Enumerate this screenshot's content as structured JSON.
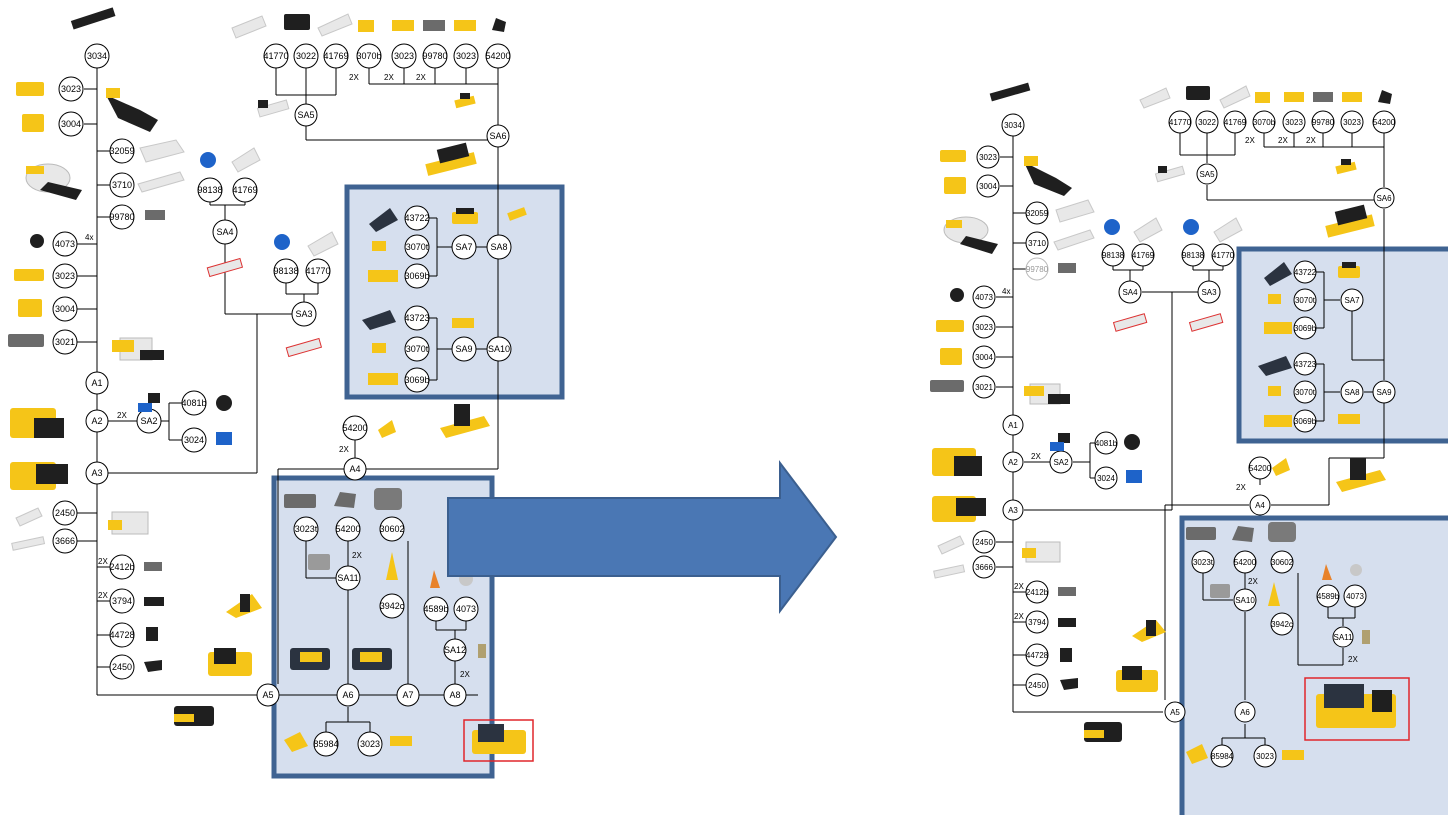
{
  "left": {
    "nodes": [
      {
        "id": "L_3034",
        "label": "3034"
      },
      {
        "id": "L_3023a",
        "label": "3023"
      },
      {
        "id": "L_3004a",
        "label": "3004"
      },
      {
        "id": "L_32059",
        "label": "32059"
      },
      {
        "id": "L_3710",
        "label": "3710"
      },
      {
        "id": "L_99780a",
        "label": "99780"
      },
      {
        "id": "L_4073a",
        "label": "4073"
      },
      {
        "id": "L_3023b",
        "label": "3023"
      },
      {
        "id": "L_3004b",
        "label": "3004"
      },
      {
        "id": "L_3021",
        "label": "3021"
      },
      {
        "id": "L_A1",
        "label": "A1"
      },
      {
        "id": "L_A2",
        "label": "A2"
      },
      {
        "id": "L_A3",
        "label": "A3"
      },
      {
        "id": "L_2450a",
        "label": "2450"
      },
      {
        "id": "L_3666",
        "label": "3666"
      },
      {
        "id": "L_2412b",
        "label": "2412b"
      },
      {
        "id": "L_3794",
        "label": "3794"
      },
      {
        "id": "L_44728",
        "label": "44728"
      },
      {
        "id": "L_2450b",
        "label": "2450"
      },
      {
        "id": "L_A5",
        "label": "A5"
      },
      {
        "id": "L_SA2",
        "label": "SA2"
      },
      {
        "id": "L_4081b",
        "label": "4081b"
      },
      {
        "id": "L_3024",
        "label": "3024"
      },
      {
        "id": "L_98138a",
        "label": "98138"
      },
      {
        "id": "L_41769b",
        "label": "41769"
      },
      {
        "id": "L_SA4",
        "label": "SA4"
      },
      {
        "id": "L_98138b",
        "label": "98138"
      },
      {
        "id": "L_41770b",
        "label": "41770"
      },
      {
        "id": "L_SA3",
        "label": "SA3"
      },
      {
        "id": "L_41770a",
        "label": "41770"
      },
      {
        "id": "L_3022",
        "label": "3022"
      },
      {
        "id": "L_41769a",
        "label": "41769"
      },
      {
        "id": "L_SA5",
        "label": "SA5"
      },
      {
        "id": "L_3070b",
        "label": "3070b"
      },
      {
        "id": "L_3023c",
        "label": "3023"
      },
      {
        "id": "L_99780b",
        "label": "99780"
      },
      {
        "id": "L_3023d",
        "label": "3023"
      },
      {
        "id": "L_54200a",
        "label": "54200"
      },
      {
        "id": "L_SA6",
        "label": "SA6"
      },
      {
        "id": "L_43722",
        "label": "43722"
      },
      {
        "id": "L_3070ta",
        "label": "3070t"
      },
      {
        "id": "L_3069ba",
        "label": "3069b"
      },
      {
        "id": "L_SA7",
        "label": "SA7"
      },
      {
        "id": "L_SA8",
        "label": "SA8"
      },
      {
        "id": "L_43723",
        "label": "43723"
      },
      {
        "id": "L_3070tb",
        "label": "3070t"
      },
      {
        "id": "L_3069bb",
        "label": "3069b"
      },
      {
        "id": "L_SA9",
        "label": "SA9"
      },
      {
        "id": "L_SA10",
        "label": "SA10"
      },
      {
        "id": "L_54200b",
        "label": "54200"
      },
      {
        "id": "L_A4",
        "label": "A4"
      },
      {
        "id": "L_3023t",
        "label": "3023t"
      },
      {
        "id": "L_54200c",
        "label": "54200"
      },
      {
        "id": "L_30602",
        "label": "30602"
      },
      {
        "id": "L_SA11",
        "label": "SA11"
      },
      {
        "id": "L_3942c",
        "label": "3942c"
      },
      {
        "id": "L_4589b",
        "label": "4589b"
      },
      {
        "id": "L_4073b",
        "label": "4073"
      },
      {
        "id": "L_SA12",
        "label": "SA12"
      },
      {
        "id": "L_A6",
        "label": "A6"
      },
      {
        "id": "L_A7",
        "label": "A7"
      },
      {
        "id": "L_A8",
        "label": "A8"
      },
      {
        "id": "L_85984",
        "label": "85984"
      },
      {
        "id": "L_3023e",
        "label": "3023"
      }
    ],
    "multipliers": [
      {
        "id": "lm_4x",
        "label": "4x"
      },
      {
        "id": "lm_2x_sa2",
        "label": "2X"
      },
      {
        "id": "lm_2x_3070b",
        "label": "2X"
      },
      {
        "id": "lm_2x_99780",
        "label": "2X"
      },
      {
        "id": "lm_2x_3023",
        "label": "2X"
      },
      {
        "id": "lm_2x_54200",
        "label": "2X"
      },
      {
        "id": "lm_2x_2412b",
        "label": "2X"
      },
      {
        "id": "lm_2x_3794",
        "label": "2X"
      },
      {
        "id": "lm_2x_sa11",
        "label": "2X"
      },
      {
        "id": "lm_2x_a8",
        "label": "2X"
      }
    ]
  },
  "right": {
    "nodes": [
      {
        "id": "R_3034",
        "label": "3034"
      },
      {
        "id": "R_3023a",
        "label": "3023"
      },
      {
        "id": "R_3004a",
        "label": "3004"
      },
      {
        "id": "R_32059",
        "label": "32059"
      },
      {
        "id": "R_3710",
        "label": "3710"
      },
      {
        "id": "R_99780a",
        "label": "99780"
      },
      {
        "id": "R_4073a",
        "label": "4073"
      },
      {
        "id": "R_3023b",
        "label": "3023"
      },
      {
        "id": "R_3004b",
        "label": "3004"
      },
      {
        "id": "R_3021",
        "label": "3021"
      },
      {
        "id": "R_A1",
        "label": "A1"
      },
      {
        "id": "R_A2",
        "label": "A2"
      },
      {
        "id": "R_A3",
        "label": "A3"
      },
      {
        "id": "R_2450a",
        "label": "2450"
      },
      {
        "id": "R_3666",
        "label": "3666"
      },
      {
        "id": "R_2412b",
        "label": "2412b"
      },
      {
        "id": "R_3794",
        "label": "3794"
      },
      {
        "id": "R_44728",
        "label": "44728"
      },
      {
        "id": "R_2450b",
        "label": "2450"
      },
      {
        "id": "R_A5",
        "label": "A5"
      },
      {
        "id": "R_SA2",
        "label": "SA2"
      },
      {
        "id": "R_4081b",
        "label": "4081b"
      },
      {
        "id": "R_3024",
        "label": "3024"
      },
      {
        "id": "R_98138a",
        "label": "98138"
      },
      {
        "id": "R_41769b",
        "label": "41769"
      },
      {
        "id": "R_SA4",
        "label": "SA4"
      },
      {
        "id": "R_98138b",
        "label": "98138"
      },
      {
        "id": "R_41770b",
        "label": "41770"
      },
      {
        "id": "R_SA3",
        "label": "SA3"
      },
      {
        "id": "R_41770a",
        "label": "41770"
      },
      {
        "id": "R_3022",
        "label": "3022"
      },
      {
        "id": "R_41769a",
        "label": "41769"
      },
      {
        "id": "R_SA5",
        "label": "SA5"
      },
      {
        "id": "R_3070b",
        "label": "3070b"
      },
      {
        "id": "R_3023c",
        "label": "3023"
      },
      {
        "id": "R_99780b",
        "label": "99780"
      },
      {
        "id": "R_3023d",
        "label": "3023"
      },
      {
        "id": "R_54200a",
        "label": "54200"
      },
      {
        "id": "R_SA6",
        "label": "SA6"
      },
      {
        "id": "R_43722",
        "label": "43722"
      },
      {
        "id": "R_3070ta",
        "label": "3070t"
      },
      {
        "id": "R_3069ba",
        "label": "3069b"
      },
      {
        "id": "R_SA7",
        "label": "SA7"
      },
      {
        "id": "R_43723",
        "label": "43723"
      },
      {
        "id": "R_3070tb",
        "label": "3070t"
      },
      {
        "id": "R_3069bb",
        "label": "3069b"
      },
      {
        "id": "R_SA8",
        "label": "SA8"
      },
      {
        "id": "R_SA9",
        "label": "SA9"
      },
      {
        "id": "R_54200b",
        "label": "54200"
      },
      {
        "id": "R_A4",
        "label": "A4"
      },
      {
        "id": "R_3023t",
        "label": "3023t"
      },
      {
        "id": "R_54200c",
        "label": "54200"
      },
      {
        "id": "R_30602",
        "label": "30602"
      },
      {
        "id": "R_SA10",
        "label": "SA10"
      },
      {
        "id": "R_3942c",
        "label": "3942c"
      },
      {
        "id": "R_4589b",
        "label": "4589b"
      },
      {
        "id": "R_4073b",
        "label": "4073"
      },
      {
        "id": "R_SA11",
        "label": "SA11"
      },
      {
        "id": "R_A6",
        "label": "A6"
      },
      {
        "id": "R_85984",
        "label": "85984"
      },
      {
        "id": "R_3023e",
        "label": "3023"
      }
    ],
    "multipliers": [
      {
        "id": "rm_4x",
        "label": "4x"
      },
      {
        "id": "rm_2x_sa2",
        "label": "2X"
      },
      {
        "id": "rm_2x_3070b",
        "label": "2X"
      },
      {
        "id": "rm_2x_99780",
        "label": "2X"
      },
      {
        "id": "rm_2x_3023",
        "label": "2X"
      },
      {
        "id": "rm_2x_54200",
        "label": "2X"
      },
      {
        "id": "rm_2x_2412b",
        "label": "2X"
      },
      {
        "id": "rm_2x_3794",
        "label": "2X"
      },
      {
        "id": "rm_2x_sa10",
        "label": "2X"
      },
      {
        "id": "rm_2x_sa11",
        "label": "2X"
      }
    ]
  },
  "colors": {
    "highlight_fill": "#d6dfee",
    "highlight_border": "#3f6392",
    "arrow": "#4a77b4",
    "arrow_border": "#3b5f8f",
    "selection_box": "#e0262b",
    "lego_yellow": "#f5c518",
    "lego_black": "#1f1f1f",
    "lego_blue": "#1e63c9",
    "lego_grey": "#6b6b6b",
    "lego_white": "#e8e8e8",
    "lego_orange": "#e8822a"
  }
}
